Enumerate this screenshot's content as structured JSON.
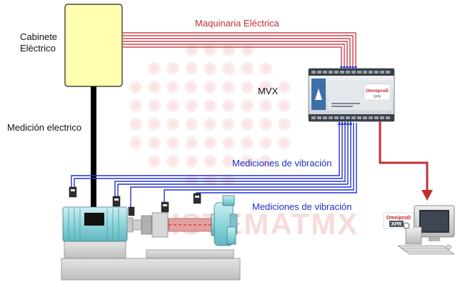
{
  "labels": {
    "cabinet_line1": "Cabinete",
    "cabinet_line2": "Elèctrico",
    "electrical_machinery": "Maquinaria Eléctrica",
    "mvx": "MVX",
    "electrical_measurement": "Medición electrico",
    "vibration_measurements_1": "Mediciones de vibración",
    "vibration_measurements_2": "Mediciones de vibración"
  },
  "device": {
    "brand": "OmniproD",
    "brand_sub": "XPR"
  },
  "computer": {
    "brand": "OmniproD",
    "brand_sub": "XPR"
  },
  "watermark": "SISTEMATMX",
  "colors": {
    "cabinet_fill": "#ffffb0",
    "red_lines": "#d0404a",
    "blue_lines": "#2233cc",
    "network_arrow": "#c03030",
    "black_cable": "#000000",
    "equipment_teal": "#8ed6dc",
    "label_red": "#c0303a",
    "label_blue": "#1f2fc8"
  }
}
